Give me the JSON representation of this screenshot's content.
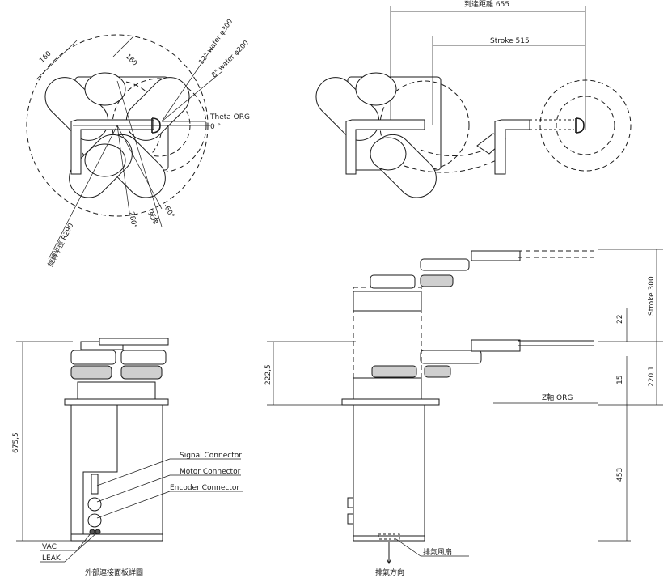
{
  "top_left": {
    "dim_160_a": "160",
    "dim_160_b": "160",
    "wafer_12": "12\" wafer φ300",
    "wafer_8": "8\" wafer φ200",
    "theta_org": "Theta ORG",
    "theta_zero": "0 °",
    "angle_280": "280°",
    "angle_neg60": "-60°",
    "dead_angle": "死角",
    "rotation_radius": "旋轉半徑 R290"
  },
  "top_right": {
    "reach": "到達距離 655",
    "stroke": "Stroke 515"
  },
  "bottom_left": {
    "height_total": "675,5",
    "signal_connector": "Signal Connector",
    "motor_connector": "Motor Connector",
    "encoder_connector": "Encoder Connector",
    "vac": "VAC",
    "leak": "LEAK",
    "panel_detail": "外部連接面板詳圖"
  },
  "bottom_right": {
    "dim_222_5": "222,5",
    "stroke_300": "Stroke 300",
    "dim_22": "22",
    "dim_220_1": "220,1",
    "dim_15": "15",
    "z_org": "Z軸  ORG",
    "dim_453": "453",
    "exhaust_fan": "排氣風扇",
    "exhaust_dir": "排氣方向"
  }
}
